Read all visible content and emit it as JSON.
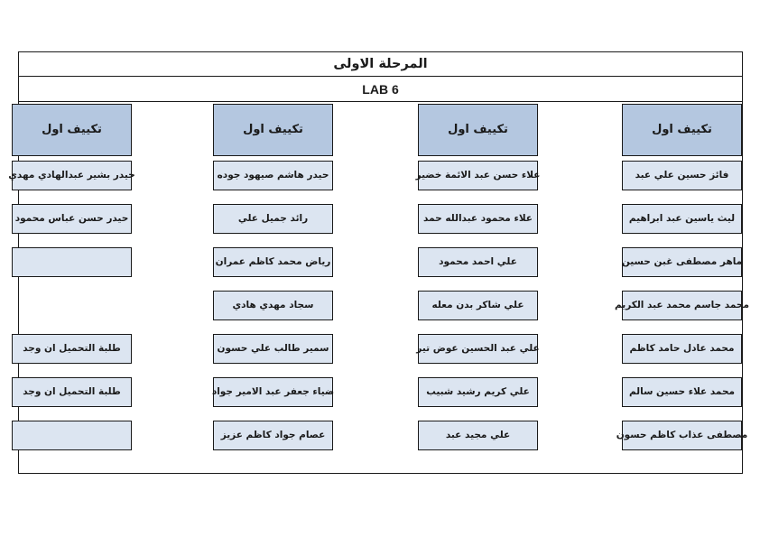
{
  "document": {
    "title": "المرحلة الاولى",
    "subtitle": "LAB 6"
  },
  "columns": [
    {
      "header": "تكييف اول",
      "cells": [
        "فائز حسين علي عبد",
        "ليث ياسين عبد ابراهيم",
        "ماهر مصطفى غبن حسين",
        "محمد جاسم محمد عبد الكريم",
        "محمد عادل حامد كاظم",
        "محمد علاء حسين سالم",
        "مصطفى عذاب كاظم حسون"
      ]
    },
    {
      "header": "تكييف اول",
      "cells": [
        "علاء حسن عبد الائمة خضير",
        "علاء محمود عبدالله حمد",
        "علي احمد محمود",
        "علي شاكر بدن معله",
        "علي عبد الحسين عوض تير",
        "علي كريم رشيد شبيب",
        "علي مجيد عبد"
      ]
    },
    {
      "header": "تكييف اول",
      "cells": [
        "حيدر هاشم صيهود جوده",
        "رائد جميل علي",
        "رياض محمد كاظم عمران",
        "سجاد مهدي هادي",
        "سمير طالب علي حسون",
        "ضياء جعفر عبد الامير جواد",
        "عصام جواد كاظم عزيز"
      ]
    },
    {
      "header": "تكييف اول",
      "cells": [
        "حيدر بشير عبدالهادي مهدي",
        "حيدر حسن عباس محمود",
        "",
        null,
        "طلبة التحميل ان وجد",
        "طلبة التحميل ان وجد",
        ""
      ]
    }
  ],
  "colors": {
    "header_fill": "#b4c7e0",
    "cell_fill": "#dce5f1",
    "border": "#1a1a1a",
    "page_background": "#ffffff"
  }
}
